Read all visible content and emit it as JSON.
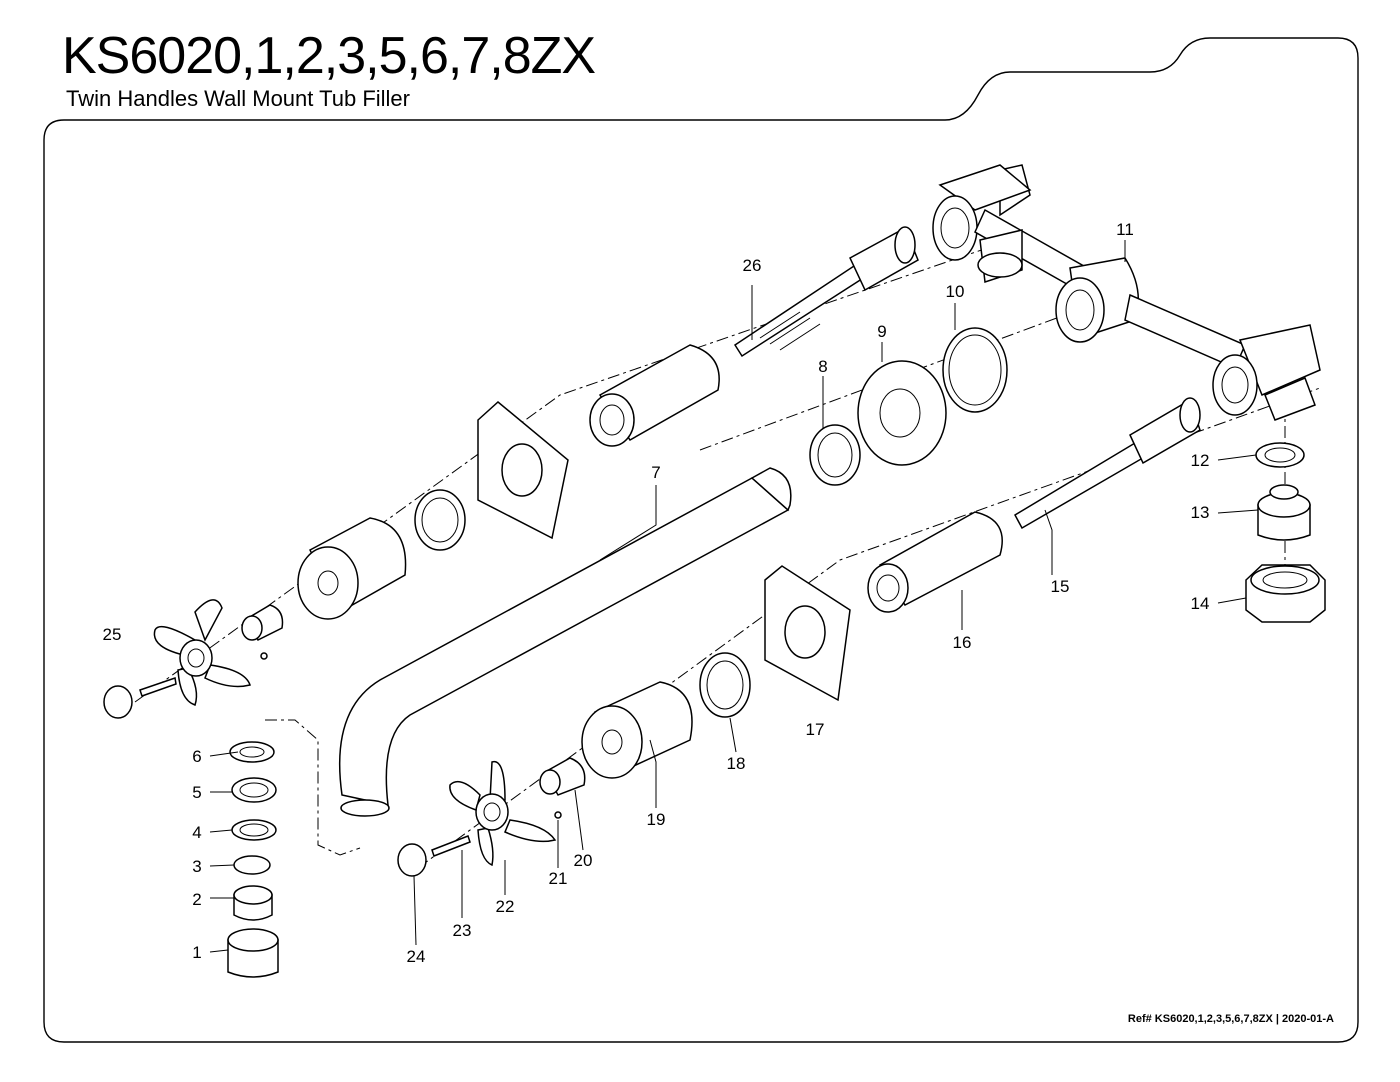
{
  "header": {
    "title": "KS6020,1,2,3,5,6,7,8ZX",
    "subtitle": "Twin Handles Wall Mount Tub Filler"
  },
  "footer": {
    "reference": "Ref# KS6020,1,2,3,5,6,7,8ZX | 2020-01-A"
  },
  "callouts": {
    "c1": "1",
    "c2": "2",
    "c3": "3",
    "c4": "4",
    "c5": "5",
    "c6": "6",
    "c7": "7",
    "c8": "8",
    "c9": "9",
    "c10": "10",
    "c11": "11",
    "c12": "12",
    "c13": "13",
    "c14": "14",
    "c15": "15",
    "c16": "16",
    "c17": "17",
    "c18": "18",
    "c19": "19",
    "c20": "20",
    "c21": "21",
    "c22": "22",
    "c23": "23",
    "c24": "24",
    "c25": "25",
    "c26": "26"
  }
}
